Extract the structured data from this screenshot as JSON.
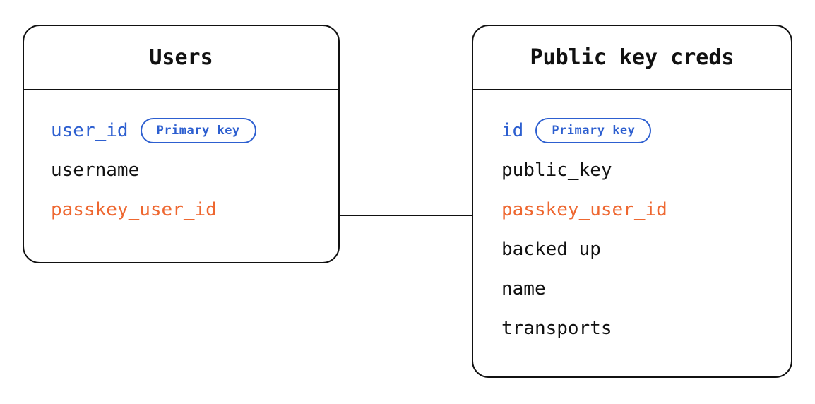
{
  "diagram": {
    "type": "entity-relationship-diagram",
    "background_color": "#ffffff",
    "colors": {
      "border": "#111111",
      "text": "#111111",
      "primary_key": "#2d5fd0",
      "foreign_key": "#ee6730",
      "connector": "#111111"
    },
    "entities": [
      {
        "id": "users",
        "title": "Users",
        "fields": [
          {
            "name": "user_id",
            "role": "pk",
            "badge": "Primary key"
          },
          {
            "name": "username",
            "role": "normal",
            "badge": null
          },
          {
            "name": "passkey_user_id",
            "role": "fk",
            "badge": null
          }
        ]
      },
      {
        "id": "public-key-creds",
        "title": "Public key creds",
        "fields": [
          {
            "name": "id",
            "role": "pk",
            "badge": "Primary key"
          },
          {
            "name": "public_key",
            "role": "normal",
            "badge": null
          },
          {
            "name": "passkey_user_id",
            "role": "fk",
            "badge": null
          },
          {
            "name": "backed_up",
            "role": "normal",
            "badge": null
          },
          {
            "name": "name",
            "role": "normal",
            "badge": null
          },
          {
            "name": "transports",
            "role": "normal",
            "badge": null
          }
        ]
      }
    ],
    "relationships": [
      {
        "from": "users.passkey_user_id",
        "to": "public-key-creds.passkey_user_id"
      }
    ]
  }
}
